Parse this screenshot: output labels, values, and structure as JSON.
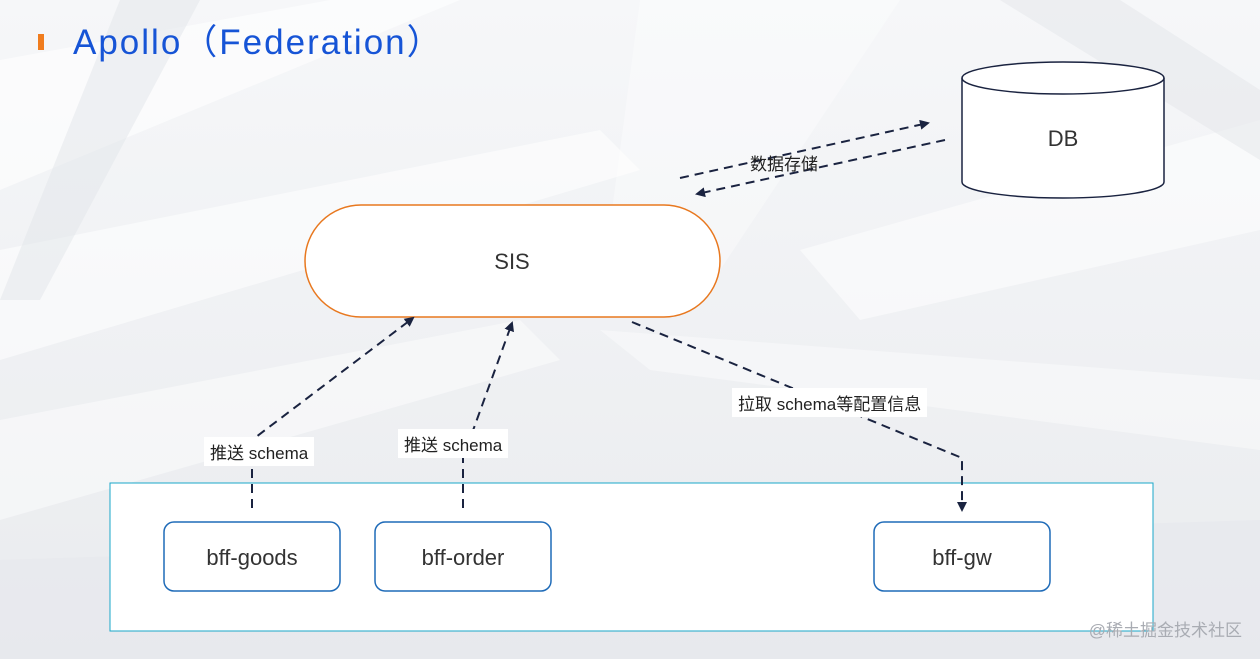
{
  "title": "Apollo（Federation）",
  "colors": {
    "title": "#1654d6",
    "marker": "#f07c1e",
    "sis_border": "#e8781f",
    "service_border": "#1f6bb8",
    "container_border": "#1aa7c9",
    "arrow": "#1a2340"
  },
  "nodes": {
    "db": "DB",
    "sis": "SIS",
    "bff_goods": "bff-goods",
    "bff_order": "bff-order",
    "bff_gw": "bff-gw"
  },
  "edges": {
    "data_storage": "数据存储",
    "push_goods": "推送 schema",
    "push_order": "推送 schema",
    "pull_config": "拉取 schema等配置信息"
  },
  "watermark": "@稀土掘金技术社区"
}
